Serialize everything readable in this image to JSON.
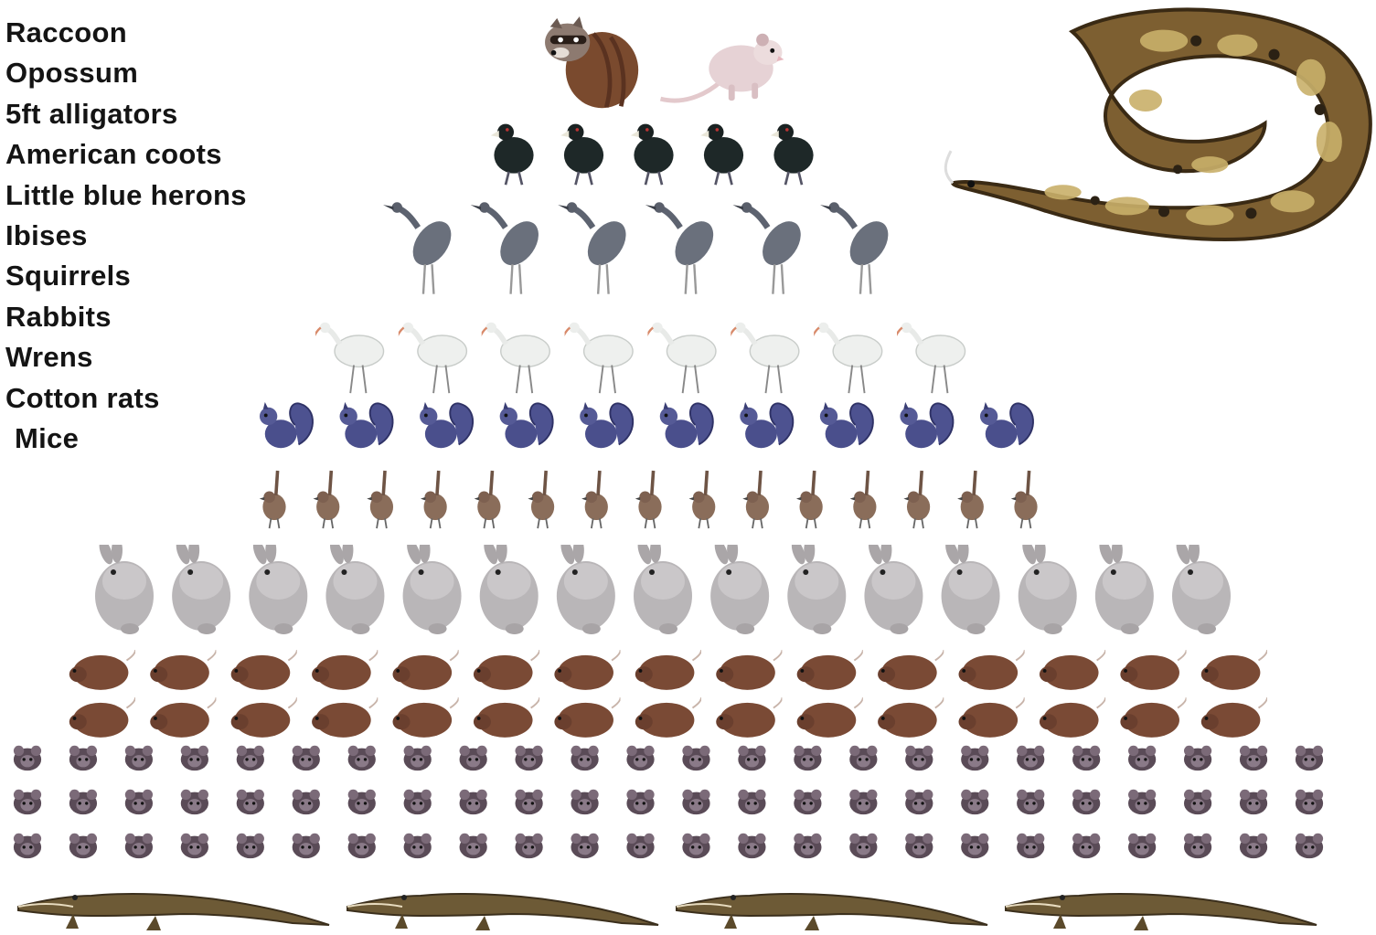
{
  "legend": [
    "Raccoon",
    "Opossum",
    "5ft alligators",
    "American coots",
    "Little blue herons",
    "Ibises",
    "Squirrels",
    "Rabbits",
    "Wrens",
    "Cotton rats",
    "Mice"
  ],
  "icons": {
    "python": "burmese-python-icon",
    "raccoon": "raccoon-icon",
    "opossum": "opossum-icon",
    "coot": "american-coot-icon",
    "heron": "little-blue-heron-icon",
    "ibis": "ibis-icon",
    "squirrel": "squirrel-icon",
    "wren": "wren-icon",
    "rabbit": "rabbit-icon",
    "cotton_rat": "cotton-rat-icon",
    "mouse": "mouse-icon",
    "alligator": "alligator-icon"
  },
  "counts": {
    "raccoon": 1,
    "opossum": 1,
    "coots": 5,
    "herons": 6,
    "ibises": 8,
    "squirrels": 10,
    "wrens": 15,
    "rabbits": 15,
    "cotton_rats": 30,
    "mice": 72,
    "alligators": 4
  },
  "colors": {
    "raccoon": "#7a4a2e",
    "opossum": "#e6cfd2",
    "coot": "#1f2a2a",
    "heron": "#6a707c",
    "ibis": "#eef0ef",
    "squirrel": "#4a4f8c",
    "wren": "#8a6d5a",
    "rabbit": "#b9b6b8",
    "cotton_rat": "#7a4a35",
    "mouse": "#5a4b57",
    "alligator": "#6d5a36",
    "python": "#8a6a3a"
  }
}
